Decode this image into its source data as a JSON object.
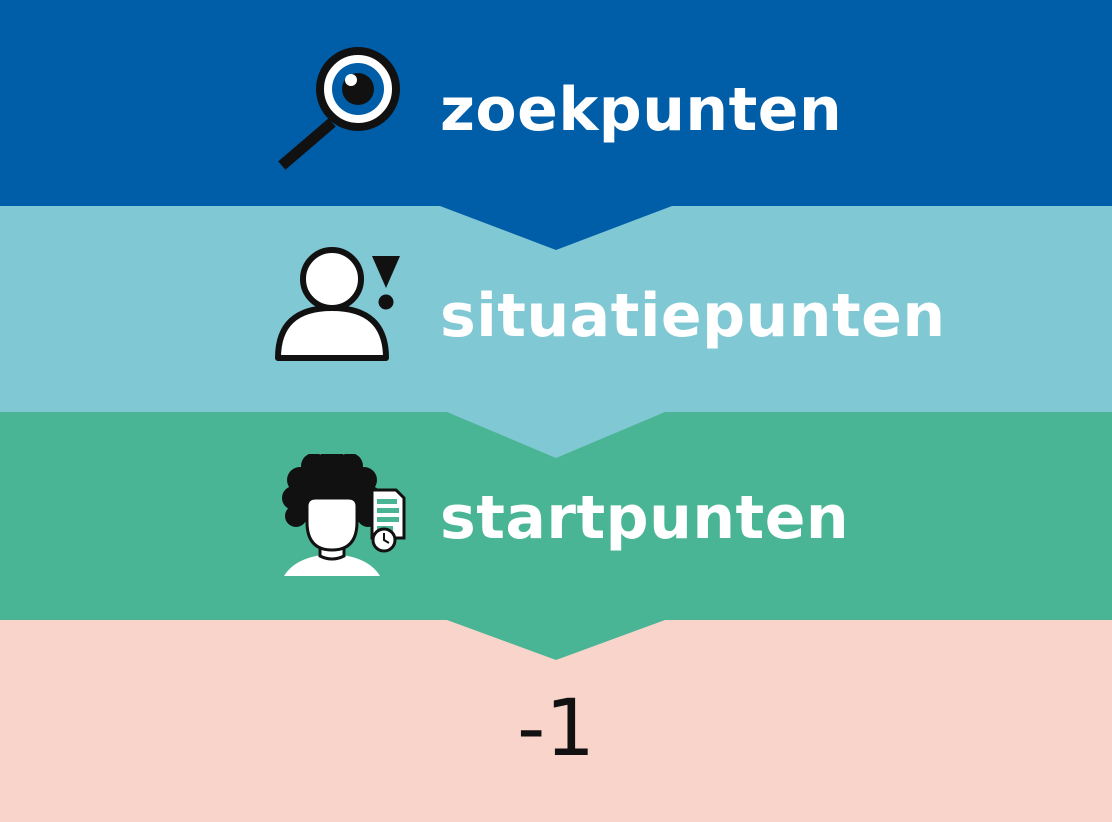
{
  "steps": [
    {
      "label": "zoekpunten",
      "color": "#005DA8",
      "icon": "magnifier-eye-icon"
    },
    {
      "label": "situatiepunten",
      "color": "#80C8D3",
      "icon": "person-alert-icon"
    },
    {
      "label": "startpunten",
      "color": "#4AB594",
      "icon": "person-document-clock-icon"
    }
  ],
  "result": {
    "value": "-1",
    "color": "#F9D4CB"
  }
}
